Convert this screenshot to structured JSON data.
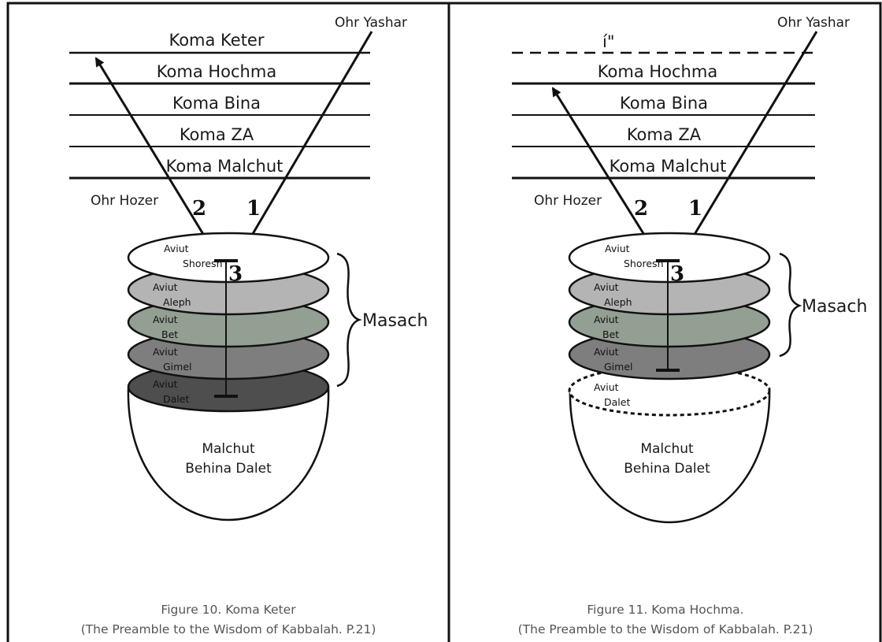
{
  "left": {
    "levels": [
      "Koma Keter",
      "Koma Hochma",
      "Koma Bina",
      "Koma ZA",
      "Koma Malchut"
    ],
    "ohr_yashar": "Ohr Yashar",
    "ohr_hozer": "Ohr Hozer",
    "ray_numbers": [
      "2",
      "1",
      "3"
    ],
    "discs": [
      {
        "l1": "Aviut",
        "l2": "Shoresh",
        "fill": "#ffffff"
      },
      {
        "l1": "Aviut",
        "l2": "Aleph",
        "fill": "#b4b4b4"
      },
      {
        "l1": "Aviut",
        "l2": "Bet",
        "fill": "#939f93"
      },
      {
        "l1": "Aviut",
        "l2": "Gimel",
        "fill": "#7e7e7e"
      },
      {
        "l1": "Aviut",
        "l2": "Dalet",
        "fill": "#4e4e4e"
      }
    ],
    "masach": "Masach",
    "vessel_l1": "Malchut",
    "vessel_l2": "Behina Dalet",
    "caption_l1": "Figure 10. Koma Keter",
    "caption_l2": "(The Preamble to the Wisdom of Kabbalah. P.21)"
  },
  "right": {
    "top_mark": "í\"",
    "levels": [
      "Koma Hochma",
      "Koma Bina",
      "Koma ZA",
      "Koma Malchut"
    ],
    "ohr_yashar": "Ohr Yashar",
    "ohr_hozer": "Ohr Hozer",
    "ray_numbers": [
      "2",
      "1",
      "3"
    ],
    "discs": [
      {
        "l1": "Aviut",
        "l2": "Shoresh",
        "fill": "#ffffff"
      },
      {
        "l1": "Aviut",
        "l2": "Aleph",
        "fill": "#b4b4b4"
      },
      {
        "l1": "Aviut",
        "l2": "Bet",
        "fill": "#939f93"
      },
      {
        "l1": "Aviut",
        "l2": "Gimel",
        "fill": "#7e7e7e"
      },
      {
        "l1": "Aviut",
        "l2": "Dalet",
        "fill": "#ffffff"
      }
    ],
    "masach": "Masach",
    "vessel_l1": "Malchut",
    "vessel_l2": "Behina Dalet",
    "caption_l1": "Figure 11. Koma Hochma.",
    "caption_l2": "(The Preamble to the Wisdom of Kabbalah. P.21)"
  }
}
